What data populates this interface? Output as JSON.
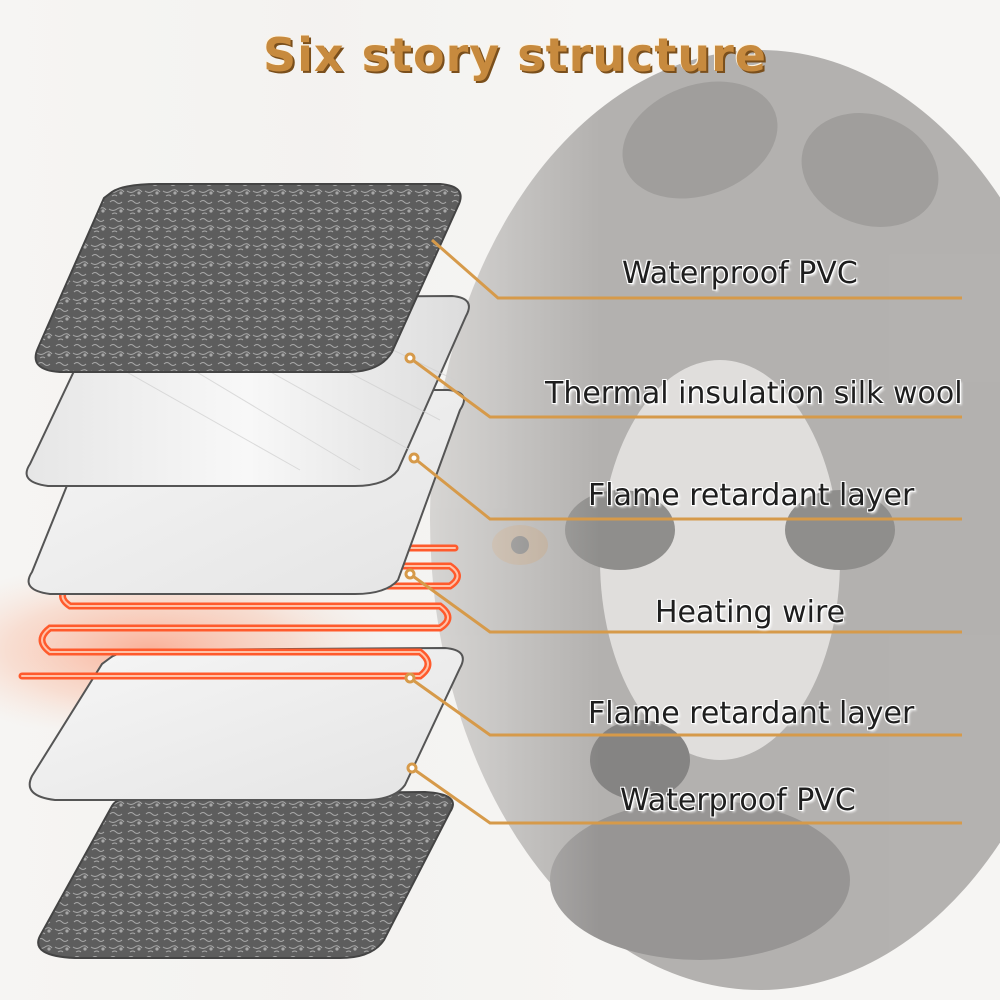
{
  "title": "Six story structure",
  "layers": [
    {
      "label": "Waterproof PVC"
    },
    {
      "label": "Thermal insulation silk wool"
    },
    {
      "label": "Flame retardant layer"
    },
    {
      "label": "Heating wire"
    },
    {
      "label": "Flame retardant layer"
    },
    {
      "label": "Waterproof PVC"
    }
  ],
  "colors": {
    "title": "#c78a3e",
    "leader_line": "#d69a4a",
    "heating_wire": "#ff5a2c",
    "pvc": "#6a6a6a",
    "foam": "#f2f2f2"
  }
}
